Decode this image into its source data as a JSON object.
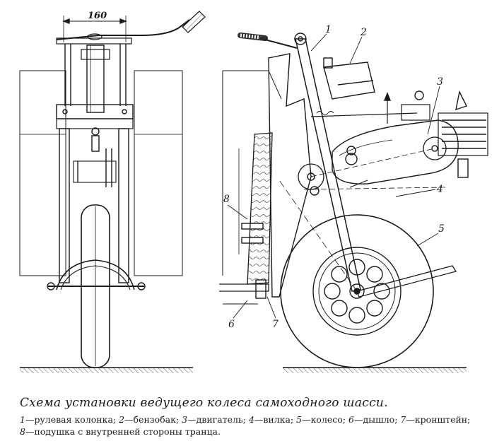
{
  "dimension": "160",
  "callouts": [
    "1",
    "2",
    "3",
    "4",
    "5",
    "6",
    "7",
    "8"
  ],
  "caption": {
    "title": "Схема установки ведущего колеса самоходного шасси.",
    "legend": [
      {
        "num": "1",
        "text": "рулевая колонка;"
      },
      {
        "num": "2",
        "text": "бензобак;"
      },
      {
        "num": "3",
        "text": "двигатель;"
      },
      {
        "num": "4",
        "text": "вилка;"
      },
      {
        "num": "5",
        "text": "колесо;"
      },
      {
        "num": "6",
        "text": "дышло;"
      },
      {
        "num": "7",
        "text": "кронштейн;"
      },
      {
        "num": "8",
        "text": "подушка с внутренней стороны транца."
      }
    ]
  }
}
